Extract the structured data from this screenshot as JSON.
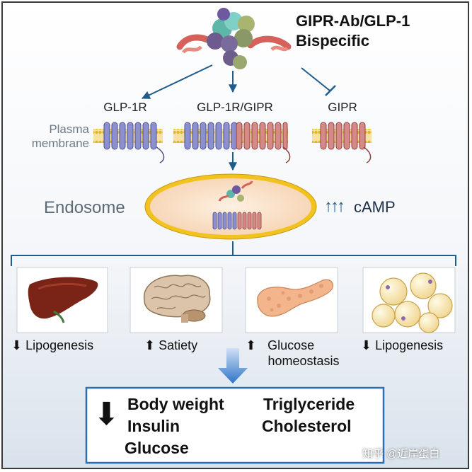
{
  "title": {
    "line1": "GIPR-Ab/GLP-1",
    "line2": "Bispecific"
  },
  "receptors": {
    "left": "GLP-1R",
    "center": "GLP-1R/GIPR",
    "right": "GIPR"
  },
  "membrane": {
    "line1": "Plasma",
    "line2": "membrane"
  },
  "endosome_label": "Endosome",
  "camp_label": "cAMP",
  "camp_arrows": "↑↑↑",
  "organs": [
    {
      "name": "liver",
      "arrow": "⬇",
      "label": "Lipogenesis"
    },
    {
      "name": "brain",
      "arrow": "⬆",
      "label": "Satiety"
    },
    {
      "name": "pancreas",
      "arrow": "⬆",
      "label_line1": "Glucose",
      "label_line2": "homeostasis"
    },
    {
      "name": "adipose",
      "arrow": "⬇",
      "label": "Lipogenesis"
    }
  ],
  "outcomes": {
    "arrow": "⬇",
    "left": [
      "Body weight",
      "Insulin",
      "Glucose"
    ],
    "right": [
      "Triglyceride",
      "Cholesterol"
    ]
  },
  "watermark": "知乎 @近岸蛋白",
  "colors": {
    "arrow_blue": "#1f5c8c",
    "glp1r_purple": "#7b7fc4",
    "gipr_red": "#c9706e",
    "membrane_yellow": "#e8c23a",
    "endosome_fill": "#f8dcc0",
    "endosome_border": "#e8b820",
    "outcome_border": "#2f6eb0"
  },
  "icons": [
    "bispecific-antibody-icon",
    "liver-icon",
    "brain-icon",
    "pancreas-icon",
    "adipocyte-icon"
  ]
}
